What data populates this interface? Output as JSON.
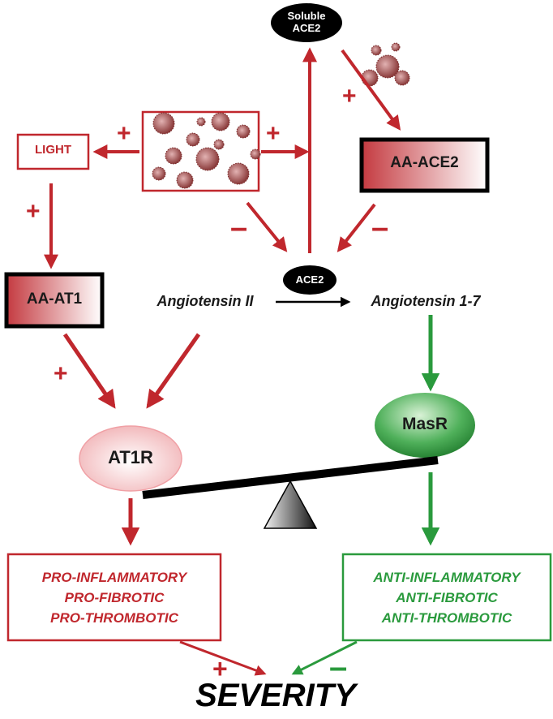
{
  "nodes": {
    "soluble_ace2": "Soluble ACE2",
    "light": "LIGHT",
    "aa_ace2": "AA-ACE2",
    "aa_at1": "AA-AT1",
    "ace2": "ACE2",
    "angiotensin_ii": "Angiotensin II",
    "angiotensin_1_7": "Angiotensin 1-7",
    "at1r": "AT1R",
    "masr": "MasR",
    "severity": "SEVERITY"
  },
  "pro_effects": [
    "PRO-INFLAMMATORY",
    "PRO-FIBROTIC",
    "PRO-THROMBOTIC"
  ],
  "anti_effects": [
    "ANTI-INFLAMMATORY",
    "ANTI-FIBROTIC",
    "ANTI-THROMBOTIC"
  ],
  "signs": {
    "plus": "+",
    "minus": "–"
  },
  "colors": {
    "pro": "#c0272d",
    "anti": "#2a9a3d",
    "black": "#000000"
  }
}
